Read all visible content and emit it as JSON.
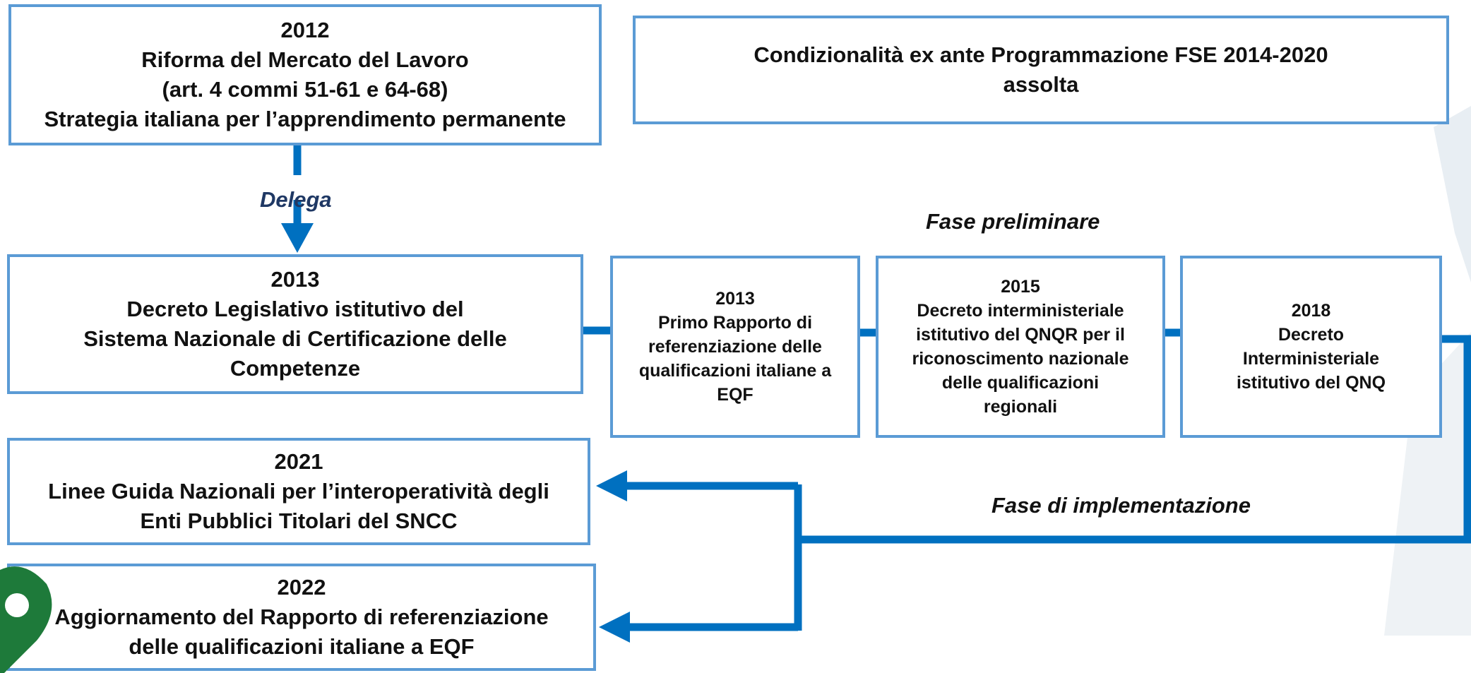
{
  "boxes": {
    "reform_2012": {
      "year": "2012",
      "lines": [
        "Riforma del Mercato del Lavoro",
        "(art. 4 commi 51-61 e 64-68)",
        "Strategia italiana per l’apprendimento permanente"
      ]
    },
    "conditionality": {
      "lines": [
        "Condizionalità ex ante Programmazione FSE 2014-2020",
        "assolta"
      ]
    },
    "decree_2013": {
      "year": "2013",
      "lines": [
        "Decreto Legislativo istitutivo del",
        "Sistema Nazionale di Certificazione delle",
        "Competenze"
      ]
    },
    "report_2013": {
      "year": "2013",
      "lines": [
        "Primo Rapporto di",
        "referenziazione delle",
        "qualificazioni italiane a",
        "EQF"
      ]
    },
    "decree_2015": {
      "year": "2015",
      "lines": [
        "Decreto interministeriale",
        "istitutivo del QNQR per il",
        "riconoscimento nazionale",
        "delle qualificazioni",
        "regionali"
      ]
    },
    "decree_2018": {
      "year": "2018",
      "lines": [
        "Decreto",
        "Interministeriale",
        "istitutivo del QNQ"
      ]
    },
    "guidelines_2021": {
      "year": "2021",
      "lines": [
        "Linee Guida Nazionali per l’interoperatività degli",
        "Enti Pubblici Titolari del SNCC"
      ]
    },
    "update_2022": {
      "year": "2022",
      "lines": [
        "Aggiornamento del Rapporto di referenziazione",
        "delle qualificazioni italiane a EQF"
      ]
    }
  },
  "labels": {
    "delega": "Delega",
    "fase_preliminare": "Fase preliminare",
    "fase_implementazione": "Fase di implementazione"
  },
  "colors": {
    "box_border": "#5b9bd5",
    "connector": "#0070c0",
    "label_dark": "#1f3864",
    "pin": "#1e7a3a"
  }
}
